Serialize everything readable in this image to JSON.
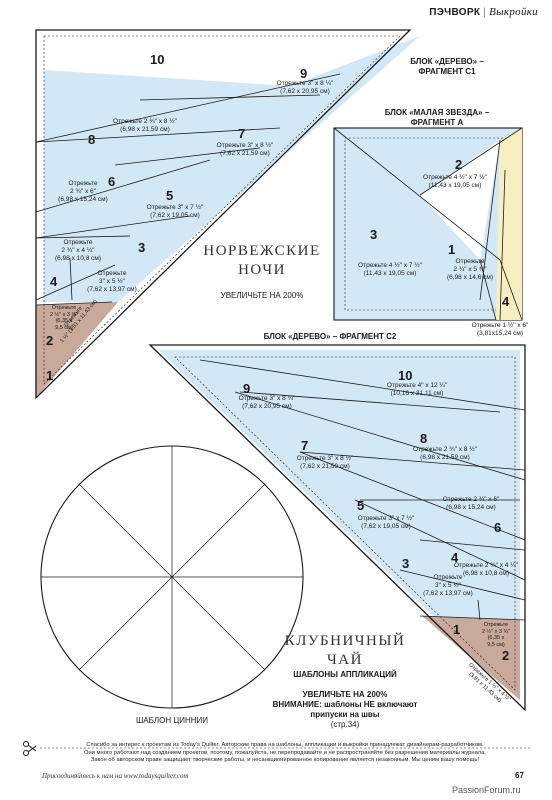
{
  "header": {
    "section": "ПЭЧВОРК",
    "subsection": "Выкройки"
  },
  "page_number": "67",
  "watermark": "PassionForum.ru",
  "tree_c1": {
    "title_line1": "БЛОК «ДЕРЕВО» –",
    "title_line2": "ФРАГМЕНТ С1",
    "pieces": [
      {
        "num": "10"
      },
      {
        "num": "9",
        "cut1": "Отрежьте 3\" х 8 ¼\"",
        "cut2": "(7,62 х 20,95 см)"
      },
      {
        "num": "8",
        "cut1": "Отрежьте 2 ¾\" х 8 ½\"",
        "cut2": "(6,98 х 21,59 см)"
      },
      {
        "num": "7",
        "cut1": "Отрежьте 3\" х 8 ½\"",
        "cut2": "(7,62 х 21,59 см)"
      },
      {
        "num": "6",
        "cut1": "Отрежьте",
        "cut2": "2 ¾\" х 6\"",
        "cut3": "(6,98 х 15,24 см)"
      },
      {
        "num": "5",
        "cut1": "Отрежьте 3\" х 7 ½\"",
        "cut2": "(7,62 х 19,05 см)"
      },
      {
        "num": "4",
        "cut1": "Отрежьте",
        "cut2": "2 ¾\" х 4 ¼\"",
        "cut3": "(6,98 х 10,8 см)"
      },
      {
        "num": "3",
        "cut1": "Отрежьте",
        "cut2": "3\" х 5 ½\"",
        "cut3": "(7,62 х 13,97 см)"
      },
      {
        "num": "2",
        "cut1": "Отрежьте",
        "cut2": "2 ½\" х 3 ¾\"",
        "cut3": "(6,35 х",
        "cut4": "9,5 см)"
      },
      {
        "num": "1",
        "cut1": "Отрежьте",
        "cut2": "1 ½\" (3,81 х 11,43 см)"
      }
    ]
  },
  "star_a": {
    "title_line1": "БЛОК «МАЛАЯ ЗВЕЗДА» –",
    "title_line2": "ФРАГМЕНТ А",
    "pieces": [
      {
        "num": "2",
        "cut1": "Отрежьте 4 ½\" х 7 ½\"",
        "cut2": "(11,43 х 19,05 см)"
      },
      {
        "num": "3",
        "cut1": "Отрежьте 4 ½\" х 7 ½\"",
        "cut2": "(11,43 х 19,05 см)"
      },
      {
        "num": "1",
        "cut1": "Отрежьте",
        "cut2": "2 ¾\" х 5 ¾\"",
        "cut3": "(6,98 х 14,6 см)"
      },
      {
        "num": "4",
        "cut1": "Отрежьте 1 ½\" х 6\"",
        "cut2": "(3,81х15,24 см)"
      }
    ]
  },
  "norway": {
    "title1": "НОРВЕЖСКИЕ",
    "title2": "НОЧИ",
    "enlarge": "УВЕЛИЧЬТЕ НА 200%"
  },
  "tree_c2": {
    "title": "БЛОК «ДЕРЕВО» – ФРАГМЕНТ С2",
    "pieces": [
      {
        "num": "10",
        "cut1": "Отрежьте 4\" х 12 ¼\"",
        "cut2": "(10,16 х 31,11 см)"
      },
      {
        "num": "9",
        "cut1": "Отрежьте 3\" х 8 ¼\"",
        "cut2": "(7,62 х 20,95 см)"
      },
      {
        "num": "8",
        "cut1": "Отрежьте 2 ¾\" х 8 ½\"",
        "cut2": "(6,98 х 21,59 см)"
      },
      {
        "num": "7",
        "cut1": "Отрежьте 3\" х 8 ½\"",
        "cut2": "(7,62 х 21,59 см)"
      },
      {
        "num": "6",
        "cut1": "Отрежьте 2 ¾\" х 6\"",
        "cut2": "(6,98 х 15,24 см)"
      },
      {
        "num": "5",
        "cut1": "Отрежьте 3\" х 7 ½\"",
        "cut2": "(7,62 х 19,05 см)"
      },
      {
        "num": "4",
        "cut1": "Отрежьте 2 ¾\" х 4 ¼\"",
        "cut2": "(6,98 х 10,8 см)"
      },
      {
        "num": "3",
        "cut1": "Отрежьте",
        "cut2": "3\" х 5 ½\"",
        "cut3": "(7,62 х 13,97 см)"
      },
      {
        "num": "2",
        "cut1": "Отрежьте",
        "cut2": "2 ½\" х 3 ¾\"",
        "cut3": "(6,35 х",
        "cut4": "9,5 см)"
      },
      {
        "num": "1",
        "cut1": "Отрежьте 1 ½\" х 4 ½\"",
        "cut2": "(3,81 х 11,43 см)"
      }
    ]
  },
  "strawberry": {
    "title1": "КЛУБНИЧНЫЙ",
    "title2": "ЧАЙ",
    "subtitle": "ШАБЛОНЫ АППЛИКАЦИЙ",
    "enlarge": "УВЕЛИЧЬТЕ НА 200%",
    "note1": "ВНИМАНИЕ: шаблоны НЕ включают",
    "note2": "припуски на швы",
    "note3": "(стр.34)"
  },
  "zinnia": {
    "label": "ШАБЛОН ЦИННИИ"
  },
  "footer": {
    "line1": "Спасибо за интерес к проектам из Today's Quilter. Авторские права на шаблоны, аппликации и выкройки принадлежат дизайнерам-разработчикам.",
    "line2": "Они много работают над созданием проектов, поэтому, пожалуйста, не перепродавайте и не распространяйте без разрешения материалы журнала.",
    "line3": "Закон об авторском праве защищает творческие работы, и несанкционированное копирование является незаконным. Мы ценим вашу помощь!"
  },
  "subscribe": "Присоединяйтесь к нам на www.todaysquilter.com",
  "colors": {
    "blue": "#d3e8f6",
    "pink": "#c9a99a",
    "cream": "#f8eec2",
    "line": "#1a1a1a"
  }
}
